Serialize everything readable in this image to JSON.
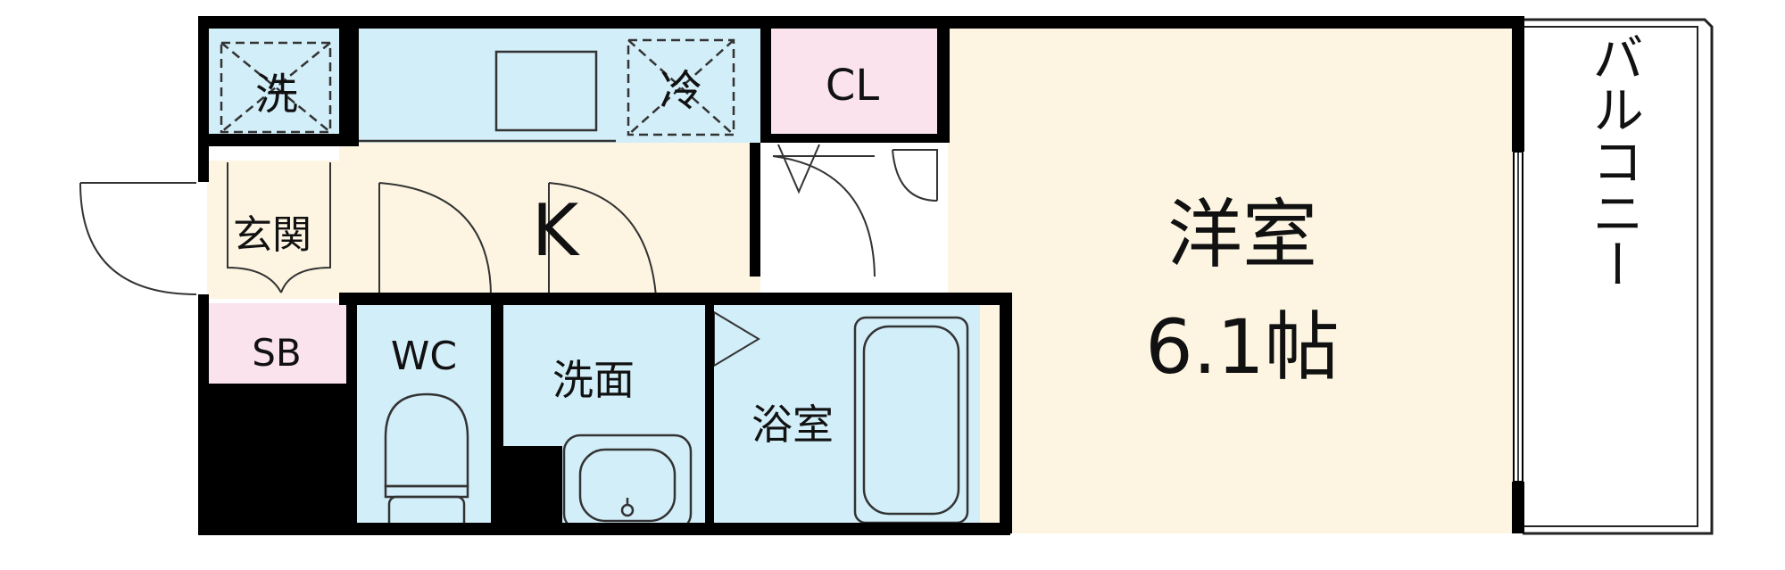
{
  "colors": {
    "cream": "#fdf5e2",
    "wet": "#d2eef9",
    "pink": "#fbe3ee",
    "wall": "#000000",
    "fixture_stroke": "#333333"
  },
  "labels": {
    "laundry": "洗",
    "fridge": "冷",
    "closet": "CL",
    "kitchen": "K",
    "entrance": "玄関",
    "shoebox": "SB",
    "toilet": "WC",
    "washroom": "洗面",
    "bathroom": "浴室",
    "western_room": "洋室",
    "western_room_size": "6.1帖",
    "balcony": "バルコニー"
  },
  "icons": [
    "door-swing-icon",
    "toilet-icon",
    "washbasin-icon",
    "bathtub-icon",
    "sink-icon"
  ]
}
